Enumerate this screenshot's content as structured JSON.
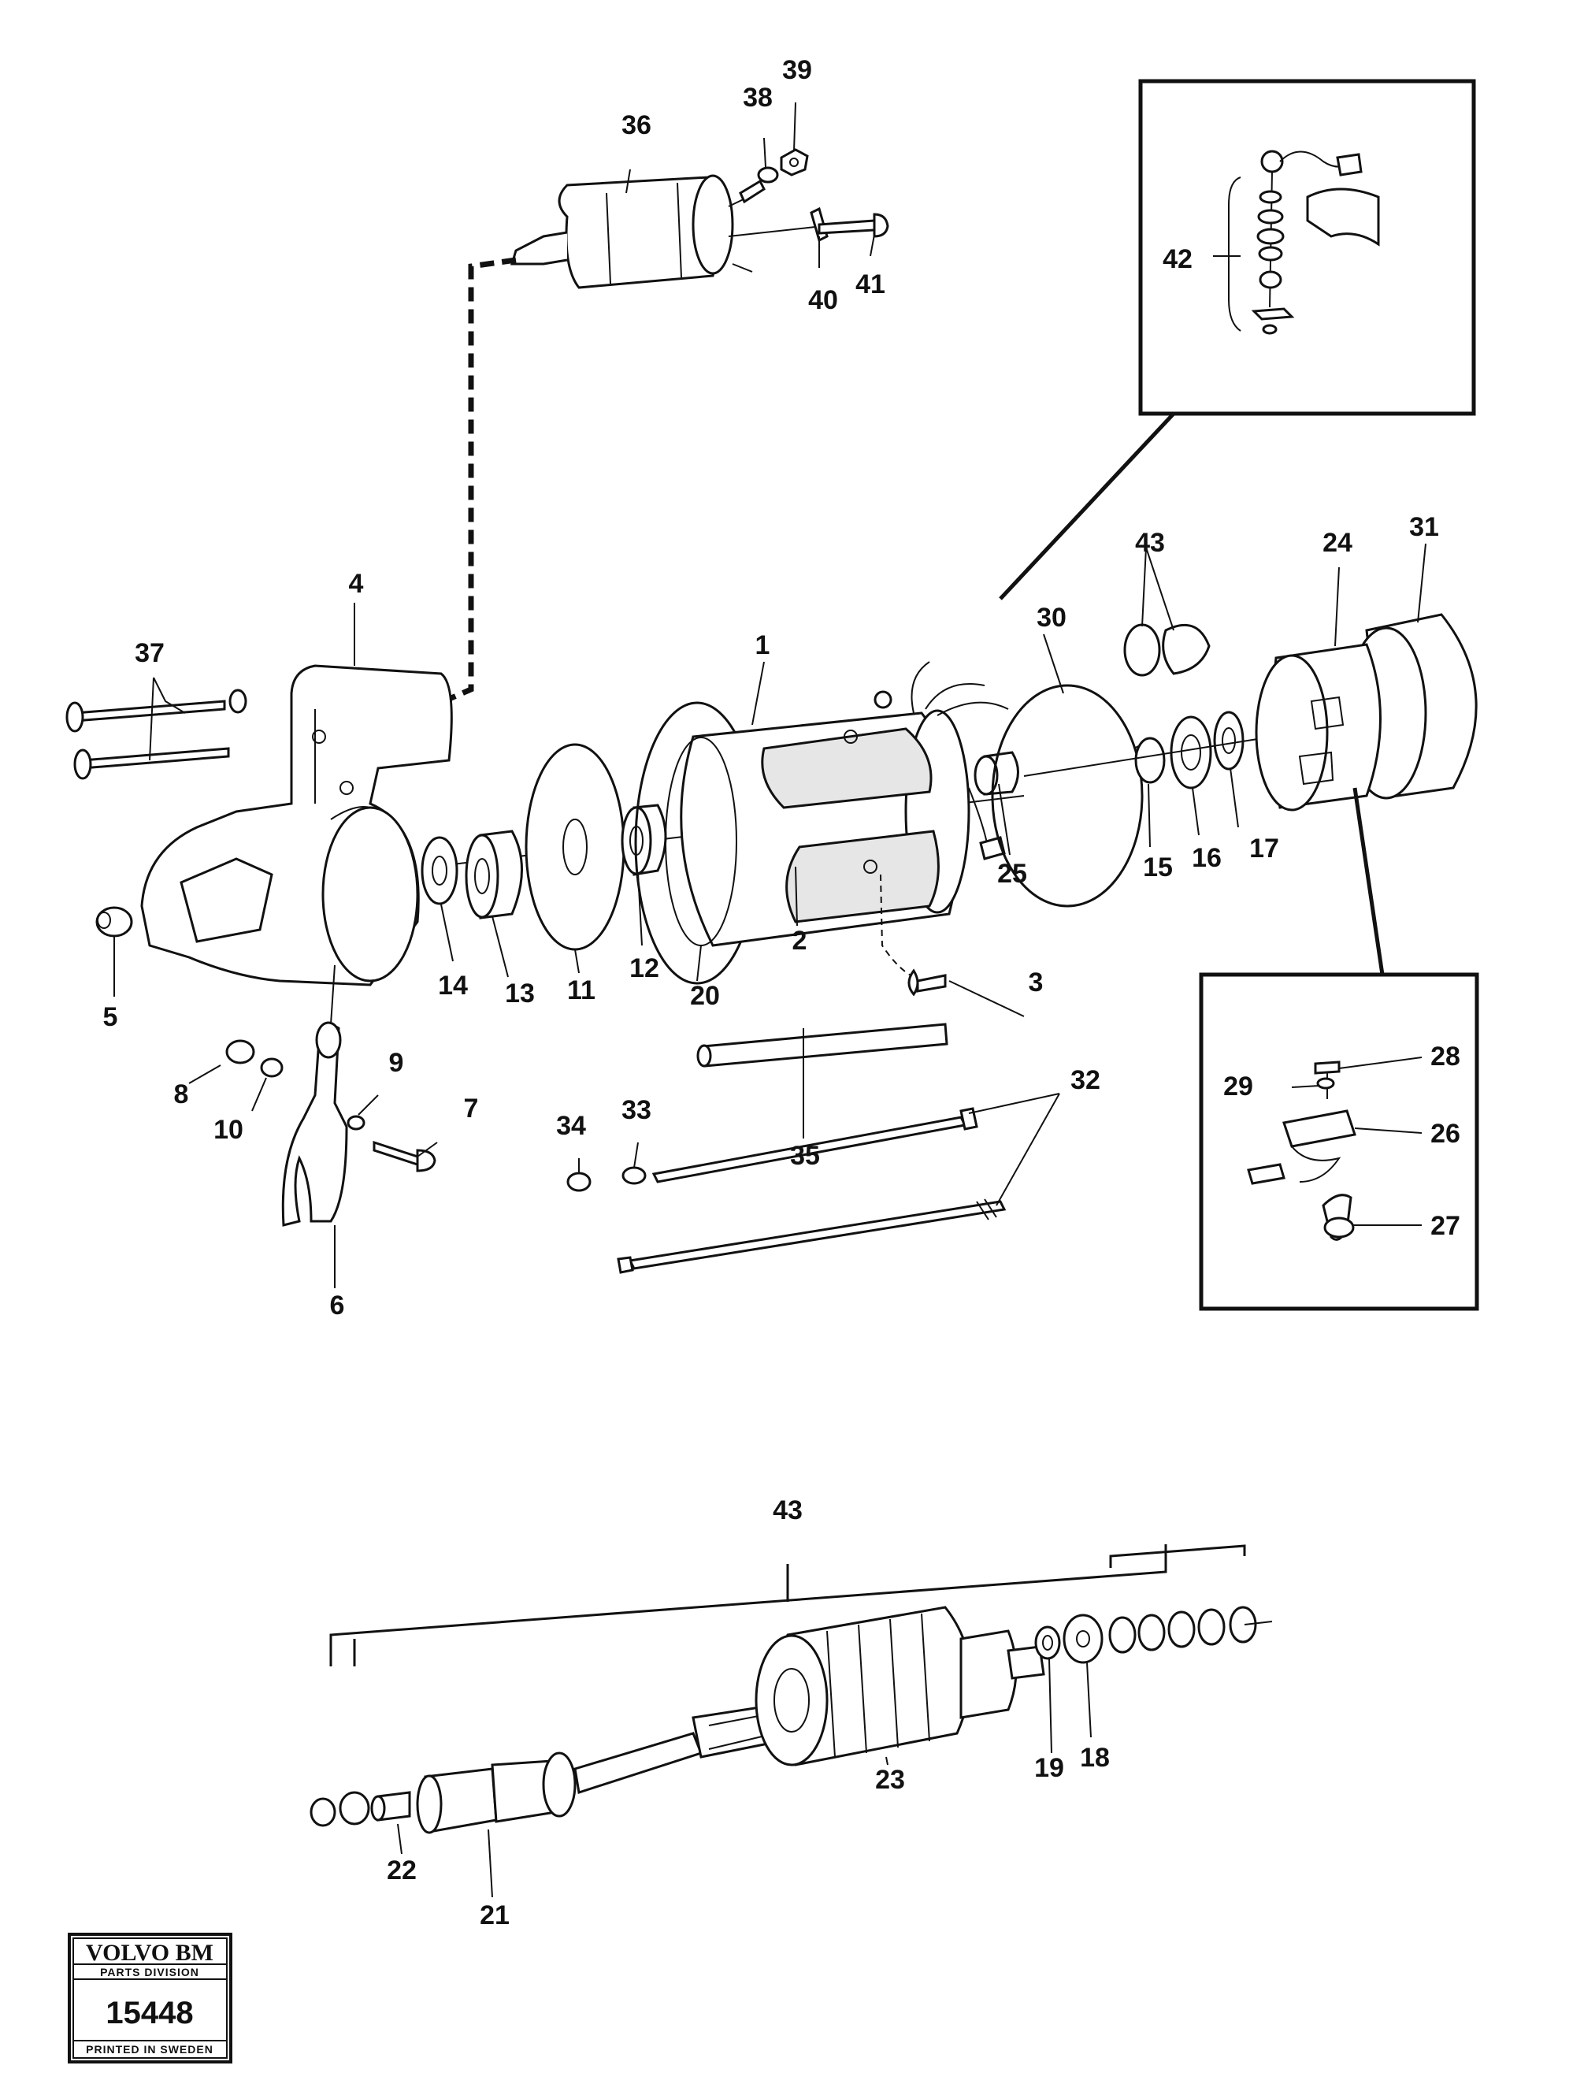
{
  "callouts": [
    "1",
    "2",
    "3",
    "4",
    "5",
    "6",
    "7",
    "8",
    "9",
    "10",
    "11",
    "12",
    "13",
    "14",
    "15",
    "16",
    "17",
    "18",
    "19",
    "20",
    "21",
    "22",
    "23",
    "24",
    "25",
    "26",
    "27",
    "28",
    "29",
    "30",
    "31",
    "32",
    "33",
    "34",
    "35",
    "36",
    "37",
    "38",
    "39",
    "40",
    "41",
    "42",
    "43",
    "43"
  ],
  "stamp": {
    "brand": "VOLVO BM",
    "division": "PARTS DIVISION",
    "number": "15448",
    "footer": "PRINTED IN SWEDEN"
  }
}
